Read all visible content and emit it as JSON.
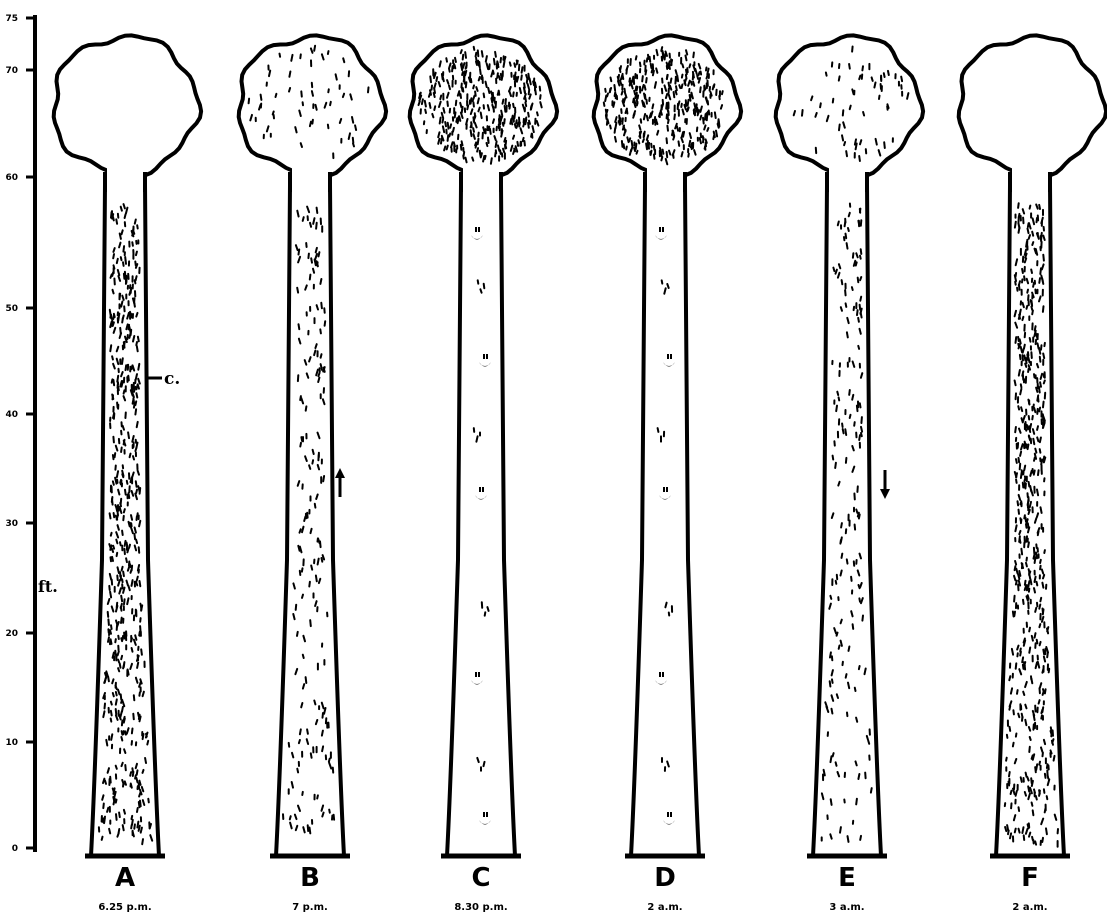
{
  "figure": {
    "scale": {
      "unit": "ft.",
      "ticks": [
        "0",
        "10",
        "20",
        "30",
        "40",
        "50",
        "60",
        "70",
        "75"
      ]
    },
    "callout": {
      "label": "c."
    },
    "panels": [
      {
        "letter": "A",
        "time": "6.25 p.m.",
        "density": "dense-stem",
        "arrow": "none"
      },
      {
        "letter": "B",
        "time": "7 p.m.",
        "density": "moderate",
        "arrow": "up"
      },
      {
        "letter": "C",
        "time": "8.30 p.m.",
        "density": "dense-bulb",
        "arrow": "none"
      },
      {
        "letter": "D",
        "time": "2 a.m.",
        "density": "dense-bulb",
        "arrow": "none"
      },
      {
        "letter": "E",
        "time": "3 a.m.",
        "density": "moderate",
        "arrow": "down"
      },
      {
        "letter": "F",
        "time": "2 a.m.",
        "density": "dense-stem",
        "arrow": "none"
      }
    ]
  }
}
